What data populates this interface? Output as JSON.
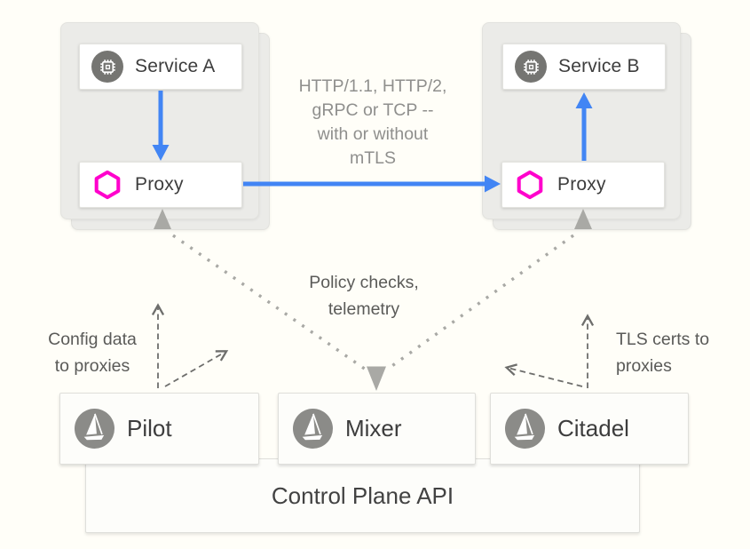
{
  "diagram": {
    "type": "service-mesh-architecture",
    "colors": {
      "background": "#fffef8",
      "pod_fill": "#ebebe8",
      "card_fill": "#ffffff",
      "traffic_arrow_blue": "#4285f4",
      "proxy_hexagon_magenta": "#ff00cc",
      "service_icon_gray": "#757572",
      "sail_icon_gray": "#8b8b88",
      "dotted_line_gray": "#a9a9a5",
      "dashed_line_gray": "#6e6e6c",
      "dark_text": "#3d3d3d",
      "muted_text": "#8f8f8d",
      "medium_text": "#5a5a58"
    },
    "pods": {
      "left": {
        "service": {
          "label": "Service A",
          "icon": "chip-icon"
        },
        "proxy": {
          "label": "Proxy",
          "icon": "hexagon-icon"
        }
      },
      "right": {
        "service": {
          "label": "Service B",
          "icon": "chip-icon"
        },
        "proxy": {
          "label": "Proxy",
          "icon": "hexagon-icon"
        }
      }
    },
    "labels": {
      "http": [
        "HTTP/1.1, HTTP/2,",
        "gRPC or TCP --",
        "with or without",
        "mTLS"
      ],
      "policy": [
        "Policy checks,",
        "telemetry"
      ],
      "config": [
        "Config data",
        "to proxies"
      ],
      "tls": [
        "TLS certs to",
        "proxies"
      ]
    },
    "control_plane": {
      "components": [
        {
          "label": "Pilot",
          "icon": "istio-sail-icon"
        },
        {
          "label": "Mixer",
          "icon": "istio-sail-icon"
        },
        {
          "label": "Citadel",
          "icon": "istio-sail-icon"
        }
      ],
      "api_label": "Control Plane API"
    }
  }
}
